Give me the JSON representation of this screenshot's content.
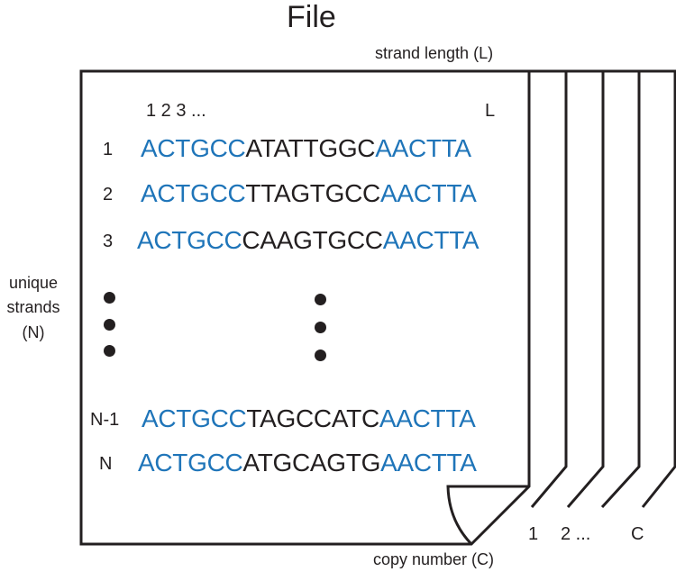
{
  "title": "File",
  "strand_length_label": "strand length (L)",
  "unique_strands_label": [
    "unique",
    "strands",
    "(N)"
  ],
  "copy_number_label": "copy number (C)",
  "position_labels": {
    "start": "1 2 3 ...",
    "end": "L"
  },
  "copy_labels": {
    "first": "1",
    "middle": "2 ...",
    "last": "C"
  },
  "rows": [
    {
      "index": "1",
      "prefix": "ACTGCC",
      "payload": "ATATTGGC",
      "suffix": "AACTTA"
    },
    {
      "index": "2",
      "prefix": "ACTGCC",
      "payload": "TTAGTGCC",
      "suffix": "AACTTA"
    },
    {
      "index": "3",
      "prefix": "ACTGCC",
      "payload": "CAAGTGCC",
      "suffix": "AACTTA"
    },
    {
      "index": "N-1",
      "prefix": "ACTGCC",
      "payload": "TAGCCATC",
      "suffix": "AACTTA"
    },
    {
      "index": "N",
      "prefix": "ACTGCC",
      "payload": "ATGCAGTG",
      "suffix": "AACTTA"
    }
  ],
  "colors": {
    "primer": "#1f75b9",
    "payload": "#231f20",
    "stroke": "#231f20"
  }
}
